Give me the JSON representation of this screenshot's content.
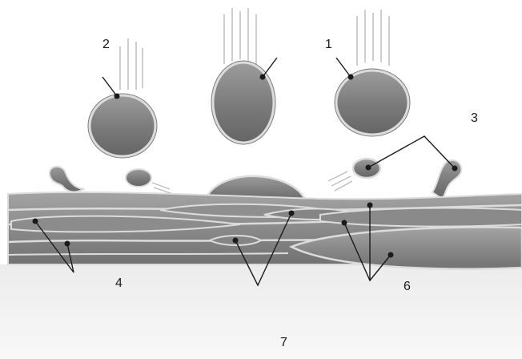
{
  "diagram": {
    "labels": {
      "n1": "1",
      "n2": "2",
      "n3": "3",
      "n4": "4",
      "n6": "6",
      "n7": "7"
    },
    "colors": {
      "cell_fill_top": "#8f8f8f",
      "cell_fill_bottom": "#6a6a6a",
      "outline": "#d8d8d8",
      "stroke_dark": "#555555",
      "fiber_top": "#9a9a9a",
      "fiber_bottom": "#7a7a7a",
      "ground": "#f2f2f2",
      "leader": "#1a1a1a"
    }
  }
}
